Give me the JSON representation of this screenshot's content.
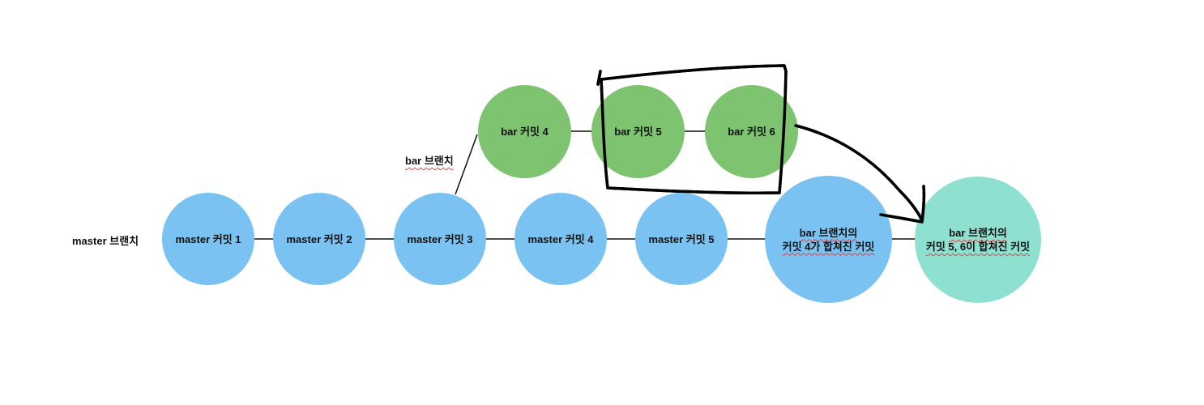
{
  "labels": {
    "master_branch": "master 브랜치",
    "bar_branch": "bar 브랜치"
  },
  "master_commits": [
    {
      "text": "master 커밋 1"
    },
    {
      "text": "master 커밋 2"
    },
    {
      "text": "master 커밋 3"
    },
    {
      "text": "master 커밋 4"
    },
    {
      "text": "master 커밋 5"
    }
  ],
  "merge_commit_4": {
    "line1": "bar 브랜치의",
    "line2": "커밋 4가 합쳐진 커밋"
  },
  "merge_commit_56": {
    "line1": "bar 브랜치의",
    "line2": "커밋 5, 6이 합쳐진 커밋"
  },
  "bar_commits": [
    {
      "text": "bar 커밋 4"
    },
    {
      "text": "bar 커밋 5"
    },
    {
      "text": "bar 커밋 6"
    }
  ],
  "colors": {
    "master_node": "#7ac2f1",
    "bar_node": "#7dc370",
    "merge_56_node": "#8ee0d1",
    "connector": "#111111",
    "annotation": "#000000"
  }
}
